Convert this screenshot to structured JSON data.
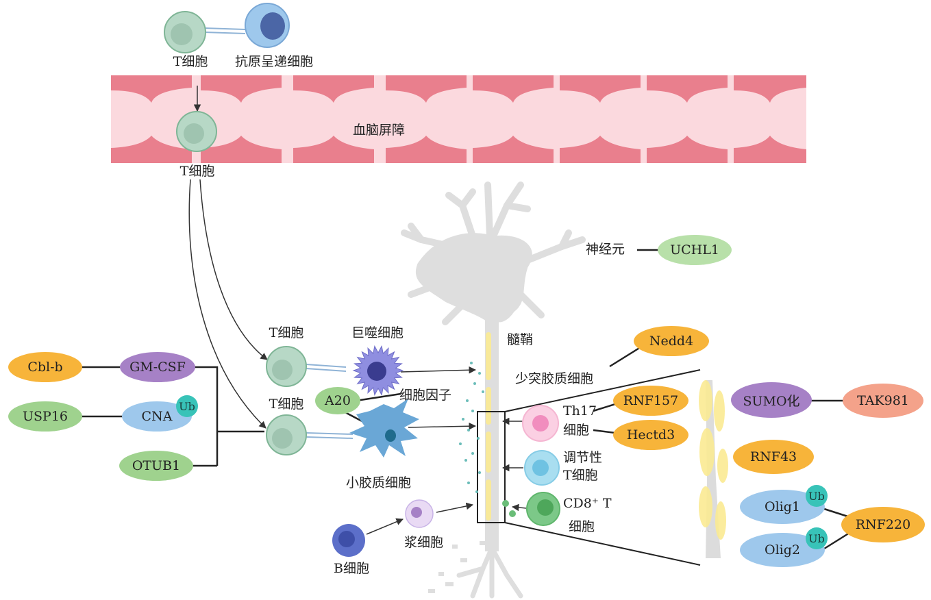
{
  "colors": {
    "orange": "#f7b43a",
    "purple": "#a681c6",
    "green": "#9fd28e",
    "blue": "#9ec8ec",
    "salmon": "#f4a28a",
    "teal": "#38c3b8",
    "vessel": "#e97f8d",
    "vessel_light": "#fbd9de",
    "neuron": "#dcdcdc",
    "myelin": "#fbeb93"
  },
  "labels": {
    "t_cell_top": "T细胞",
    "apc": "抗原呈递细胞",
    "bbb": "血脑屏障",
    "t_cell_bbb": "T细胞",
    "t_cell_macro": "T细胞",
    "macrophage": "巨噬细胞",
    "t_cell_micro": "T细胞",
    "cytokine": "细胞因子",
    "microglia": "小胶质细胞",
    "myelin": "髓鞘",
    "neuron": "神经元",
    "oligodendrocyte": "少突胶质细胞",
    "th17_line1": "Th17",
    "th17_line2": "细胞",
    "treg_line1": "调节性",
    "treg_line2": "T细胞",
    "cd8_line1": "CD8⁺ T",
    "cd8_line2": "细胞",
    "plasma": "浆细胞",
    "b_cell": "B细胞"
  },
  "nodes": {
    "cblb": "Cbl-b",
    "gmcsf": "GM-CSF",
    "usp16": "USP16",
    "cna": "CNA",
    "otub1": "OTUB1",
    "a20": "A20",
    "uchl1": "UCHL1",
    "nedd4": "Nedd4",
    "rnf157": "RNF157",
    "hectd3": "Hectd3",
    "sumo": "SUMO化",
    "tak981": "TAK981",
    "rnf43": "RNF43",
    "olig1": "Olig1",
    "olig2": "Olig2",
    "rnf220": "RNF220",
    "ub": "Ub"
  }
}
